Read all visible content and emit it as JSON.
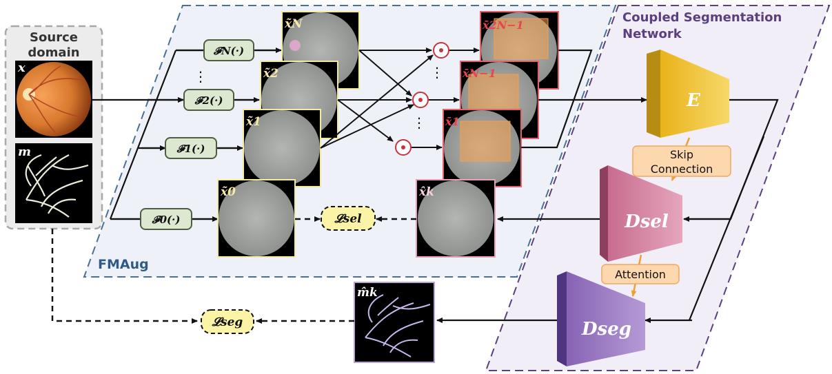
{
  "source": {
    "title_line1": "Source",
    "title_line2": "domain",
    "image_label": "x",
    "mask_label": "m"
  },
  "fmaug": {
    "label": "FMAug",
    "filters": [
      "𝓕N(·)",
      "𝓕2(·)",
      "𝓕1(·)",
      "𝓕0(·)"
    ],
    "aug_images": [
      "x̃N",
      "x̃2",
      "x̃1",
      "x̃0"
    ],
    "mixed_images": [
      "x̄2N−1",
      "x̄N−1",
      "x̄1"
    ],
    "selected_image": "x̂k",
    "dots": "⋮"
  },
  "network": {
    "title_line1": "Coupled Segmentation",
    "title_line2": "Network",
    "encoder": "E",
    "decoder_sel": "Dsel",
    "decoder_seg": "Dseg",
    "skip_label_line1": "Skip",
    "skip_label_line2": "Connection",
    "attention_label": "Attention"
  },
  "losses": {
    "sel": "𝓛sel",
    "seg": "𝓛seg"
  },
  "output": {
    "mask_label": "m̂k"
  },
  "colors": {
    "fmaug_border": "#4a6f96",
    "fmaug_fill": "#eef2f8",
    "network_border": "#5b3f7e",
    "network_fill": "#f1eef7",
    "encoder": "#f2c230",
    "decoder_sel": "#d98ba7",
    "decoder_seg": "#9a7cc0",
    "filter_box": "#dce8cf",
    "loss_box": "#fbf4a6",
    "skip_box": "#fdd7ad",
    "mix_highlight": "#f5a04a",
    "mix_border": "#e8616a",
    "aug_border": "#f2ea9c"
  }
}
